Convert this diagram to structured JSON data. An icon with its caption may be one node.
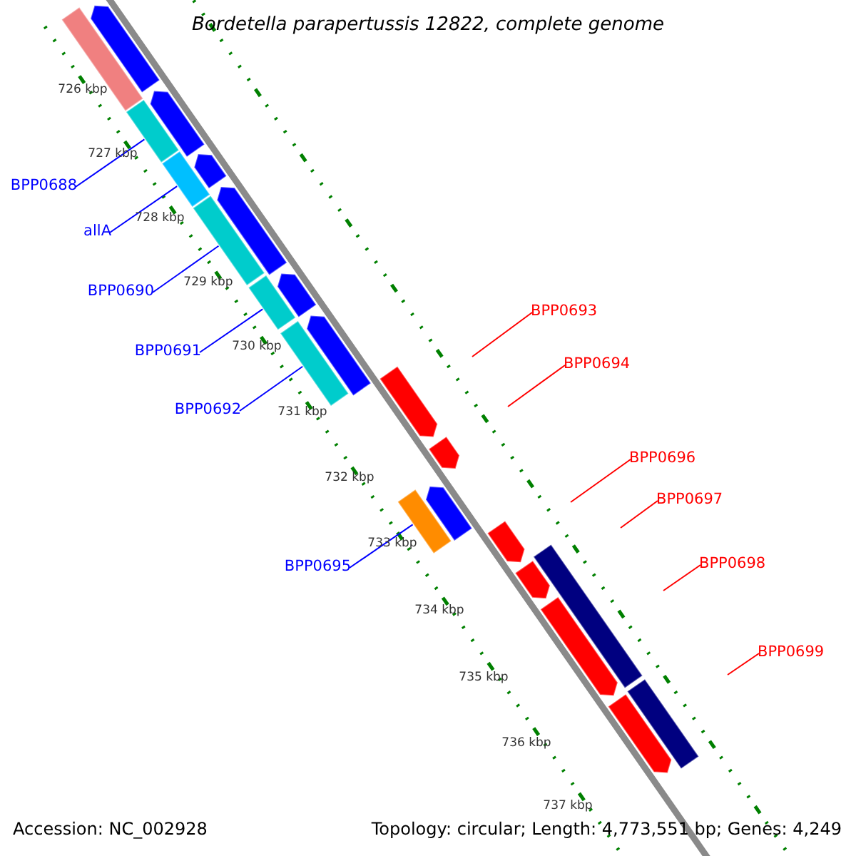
{
  "diagram": {
    "title": "Bordetella parapertussis 12822, complete genome",
    "nodes": [
      {
        "text": [
          "BPP0688"
        ]
      },
      {
        "text": [
          "allA"
        ]
      },
      {
        "text": [
          "BPP0690"
        ]
      },
      {
        "text": [
          "BPP0691"
        ]
      },
      {
        "text": [
          "BPP0692"
        ]
      },
      {
        "text": [
          "BPP0695"
        ]
      },
      {
        "text": [
          "BPP0693"
        ]
      },
      {
        "text": [
          "BPP0694"
        ]
      },
      {
        "text": [
          "BPP0696"
        ]
      },
      {
        "text": [
          "BPP0697"
        ]
      },
      {
        "text": [
          "BPP0698"
        ]
      },
      {
        "text": [
          "BPP0699"
        ]
      },
      {
        "text": [],
        "shape": "bar"
      },
      {
        "text": [],
        "shape": "bar"
      },
      {
        "text": [],
        "shape": "bar"
      },
      {
        "text": [],
        "shape": "bar"
      },
      {
        "text": [],
        "shape": "bar"
      },
      {
        "text": [],
        "shape": "bar"
      }
    ],
    "edges": [
      {
        "from": 0,
        "to": 12,
        "arrow": "none",
        "color": "#0000ff"
      },
      {
        "from": 1,
        "to": 13,
        "arrow": "none",
        "color": "#0000ff"
      },
      {
        "from": 2,
        "to": 14,
        "arrow": "none",
        "color": "#0000ff"
      },
      {
        "from": 3,
        "to": 15,
        "arrow": "none",
        "color": "#0000ff"
      },
      {
        "from": 4,
        "to": 16,
        "arrow": "none",
        "color": "#0000ff"
      },
      {
        "from": 5,
        "to": 17,
        "arrow": "none",
        "color": "#0000ff"
      },
      {
        "from": 6,
        "to": null,
        "arrow": "none",
        "color": "#ff0000"
      },
      {
        "from": 7,
        "to": null,
        "arrow": "none",
        "color": "#ff0000"
      },
      {
        "from": 8,
        "to": null,
        "arrow": "none",
        "color": "#ff0000"
      },
      {
        "from": 9,
        "to": null,
        "arrow": "none",
        "color": "#ff0000"
      },
      {
        "from": 10,
        "to": null,
        "arrow": "none",
        "color": "#ff0000"
      },
      {
        "from": 11,
        "to": null,
        "arrow": "none",
        "color": "#ff0000"
      }
    ],
    "labels": [
      "726 kbp",
      "727 kbp",
      "728 kbp",
      "729 kbp",
      "730 kbp",
      "731 kbp",
      "732 kbp",
      "733 kbp",
      "734 kbp",
      "735 kbp",
      "736 kbp",
      "737 kbp",
      "Accession: NC_002928",
      "Topology: circular; Length: 4,773,551 bp; Genes: 4,249"
    ]
  }
}
